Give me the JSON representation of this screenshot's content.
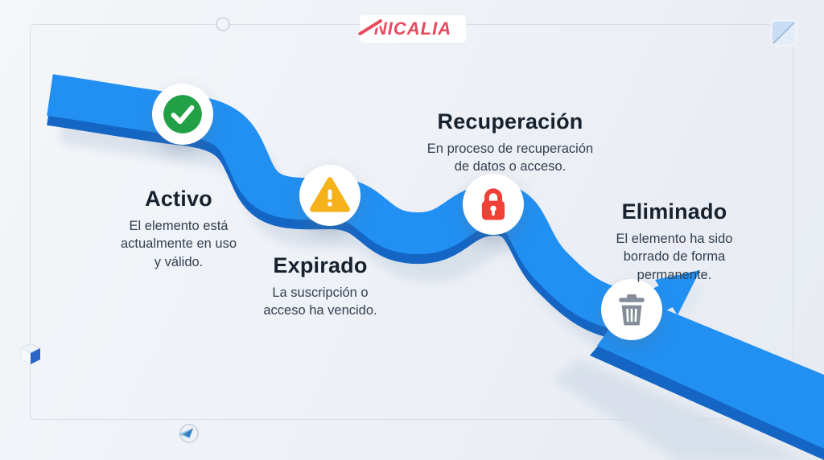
{
  "logo": {
    "text": "NICALIA",
    "color": "#e8495f"
  },
  "stages": [
    {
      "id": "activo",
      "title": "Activo",
      "description": "El elemento está\nactualmente en uso\ny válido.",
      "icon": "check-icon",
      "icon_color": "#22a045"
    },
    {
      "id": "expirado",
      "title": "Expirado",
      "description": "La suscripción o\nacceso ha vencido.",
      "icon": "warning-icon",
      "icon_color": "#f6b21b"
    },
    {
      "id": "recuperacion",
      "title": "Recuperación",
      "description": "En proceso de recuperación\nde datos o acceso.",
      "icon": "lock-icon",
      "icon_color": "#ef4136"
    },
    {
      "id": "eliminado",
      "title": "Eliminado",
      "description": "El elemento ha sido\nborrado de forma\npermanente.",
      "icon": "trash-icon",
      "icon_color": "#8a939e"
    }
  ],
  "colors": {
    "ribbon_blue": "#2190f2",
    "ribbon_edge": "#1566c4",
    "ribbon_shadow": "#d2dbe7",
    "background": "#eef1f6",
    "frame_border": "#d6dce5",
    "heading_text": "#18222f",
    "body_text": "#333f4f"
  }
}
